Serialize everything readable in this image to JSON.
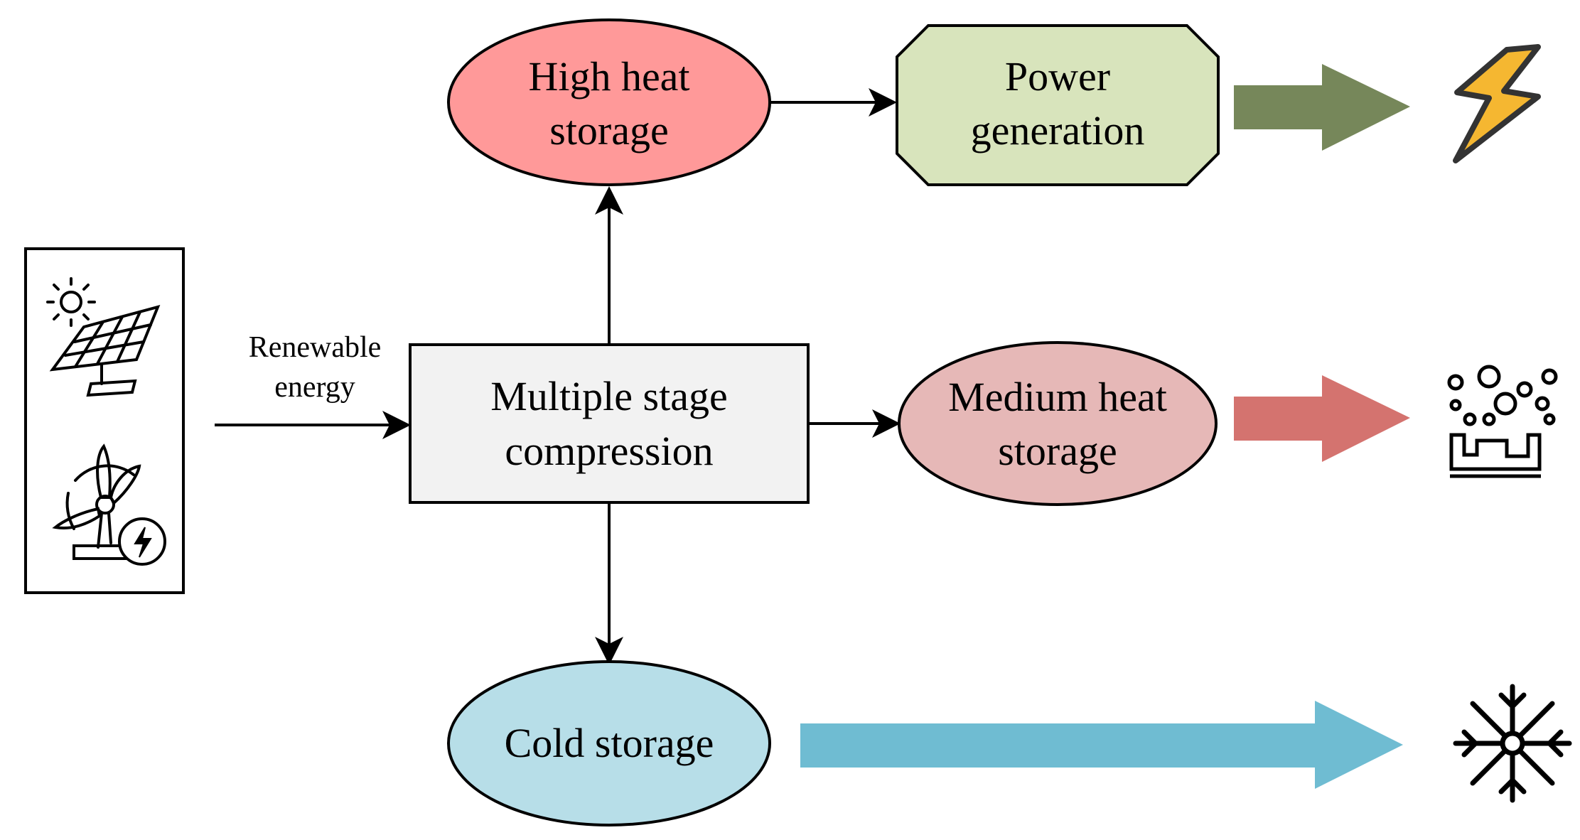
{
  "nodes": {
    "source_panel": {
      "icons": [
        "solar-panel-icon",
        "wind-turbine-icon"
      ]
    },
    "compression": {
      "lines": [
        "Multiple stage",
        "compression"
      ],
      "fill": "#f2f2f2"
    },
    "high_heat": {
      "lines": [
        "High heat",
        "storage"
      ],
      "fill": "#ff9999"
    },
    "medium_heat": {
      "lines": [
        "Medium heat",
        "storage"
      ],
      "fill": "#e6b8b7"
    },
    "cold": {
      "lines": [
        "Cold storage"
      ],
      "fill": "#b7dee8"
    },
    "power": {
      "lines": [
        "Power",
        "generation"
      ],
      "fill": "#d8e4bc"
    }
  },
  "edges": {
    "renewable_label": [
      "Renewable",
      "energy"
    ]
  },
  "outputs": {
    "power_arrow_color": "#76875a",
    "medium_arrow_color": "#d4736f",
    "cold_arrow_color": "#6fbcd2",
    "power_icon": "lightning-icon",
    "heat_icon": "heat-bubbles-icon",
    "cold_icon": "snowflake-icon",
    "lightning_color": "#f5b731"
  }
}
